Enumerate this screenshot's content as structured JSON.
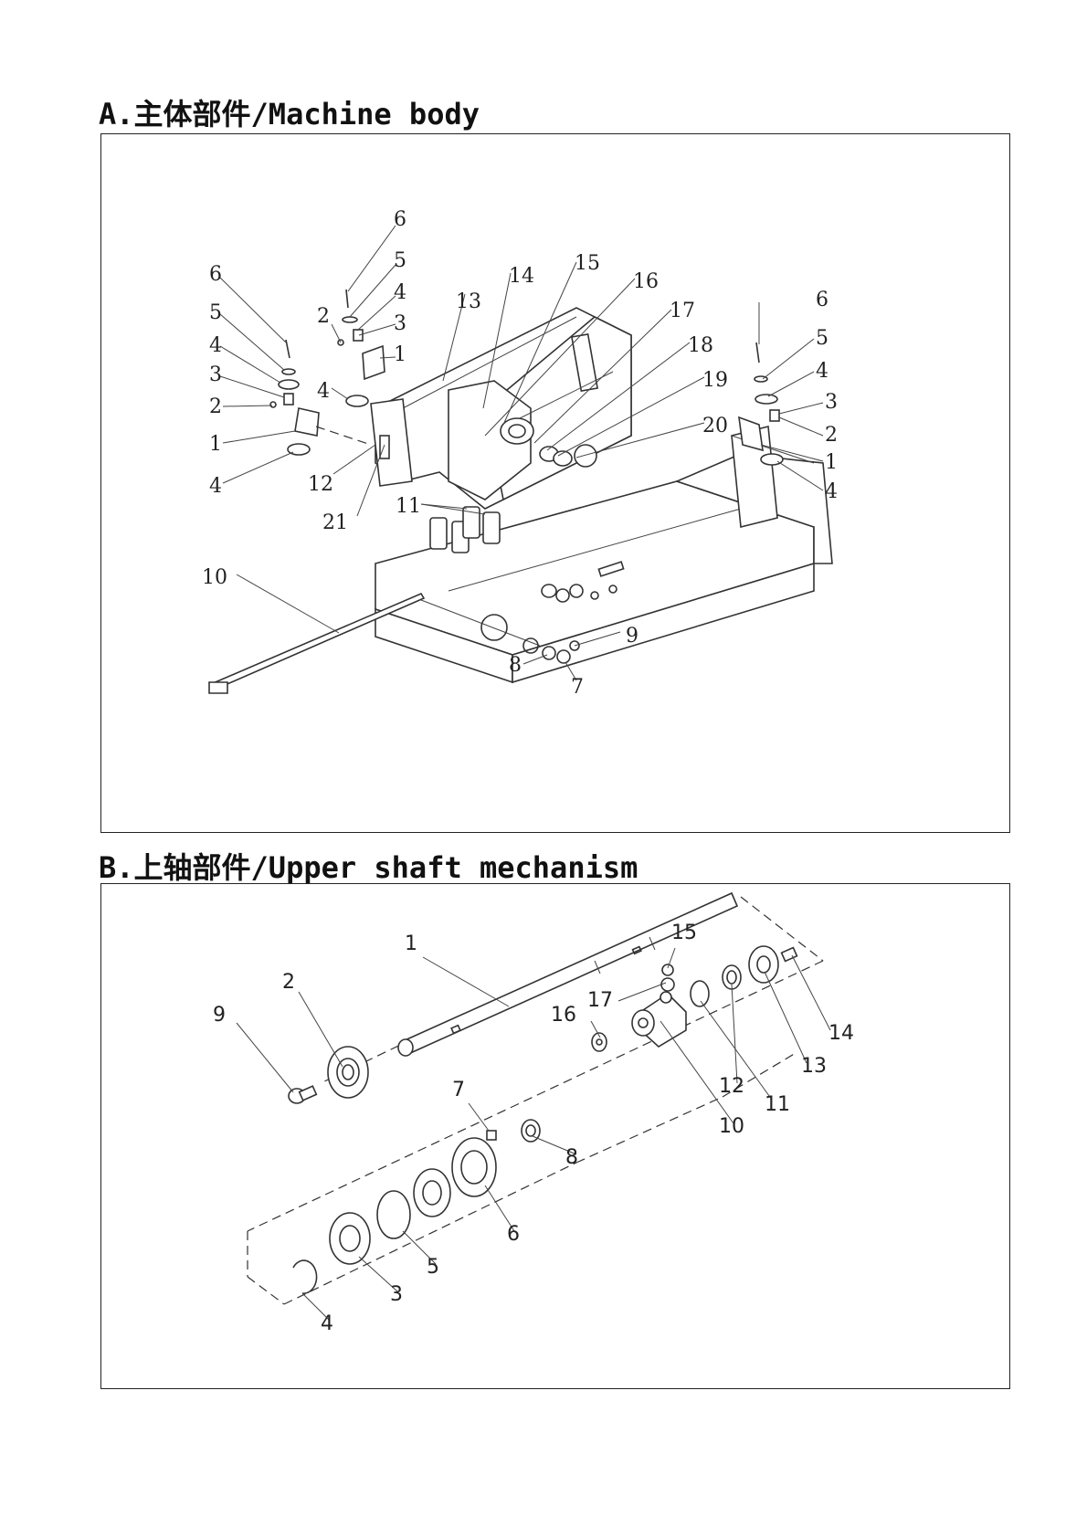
{
  "sections": [
    {
      "title": "A.主体部件/Machine body",
      "callouts": [
        "6",
        "5",
        "4",
        "3",
        "2",
        "1",
        "4",
        "6",
        "5",
        "4",
        "3",
        "2",
        "1",
        "4",
        "13",
        "14",
        "15",
        "16",
        "17",
        "18",
        "19",
        "20",
        "12",
        "21",
        "11",
        "10",
        "9",
        "8",
        "7",
        "6",
        "5",
        "4",
        "2",
        "3",
        "1",
        "4"
      ]
    },
    {
      "title": "B.上轴部件/Upper shaft mechanism",
      "callouts": [
        "1",
        "2",
        "9",
        "15",
        "17",
        "16",
        "14",
        "13",
        "12",
        "11",
        "10",
        "7",
        "8",
        "6",
        "5",
        "3",
        "4"
      ]
    }
  ]
}
